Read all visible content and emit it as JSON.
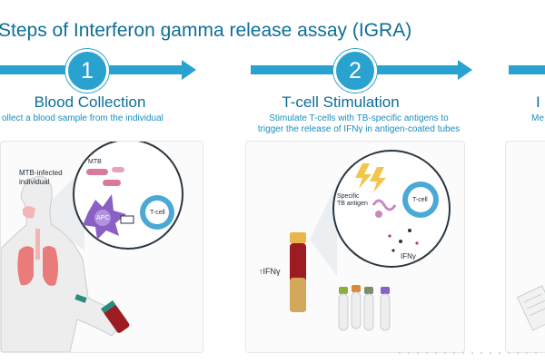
{
  "title": "Steps of Interferon gamma release assay (IGRA)",
  "steps": [
    {
      "number": "1",
      "title": "Blood Collection",
      "description": "ollect a blood sample from the individual"
    },
    {
      "number": "2",
      "title": "T-cell Stimulation",
      "description_line1": "Stimulate T-cells with TB-specific antigens to",
      "description_line2": "trigger the release of IFNγ in antigen-coated tubes"
    },
    {
      "title": "I",
      "description": "Me"
    }
  ],
  "panel1": {
    "individual_label_line1": "MTB-infected",
    "individual_label_line2": "individual",
    "mtb_label": "MTB",
    "apc_label": "APC",
    "tcell_label": "T-cell"
  },
  "panel2": {
    "antigen_label_line1": "Specific",
    "antigen_label_line2": "TB antigen",
    "tcell_label": "T-cell",
    "ifn_label": "IFNγ",
    "ifn_increase_label": "↑IFNγ"
  },
  "colors": {
    "accent": "#2aa2cf",
    "title": "#0d6f96",
    "apc": "#8a5fc6",
    "mtb": "#d97a9a",
    "tcell": "#4aa9d6",
    "blood": "#9c1c22",
    "tube_cap": "#e8b64c"
  }
}
